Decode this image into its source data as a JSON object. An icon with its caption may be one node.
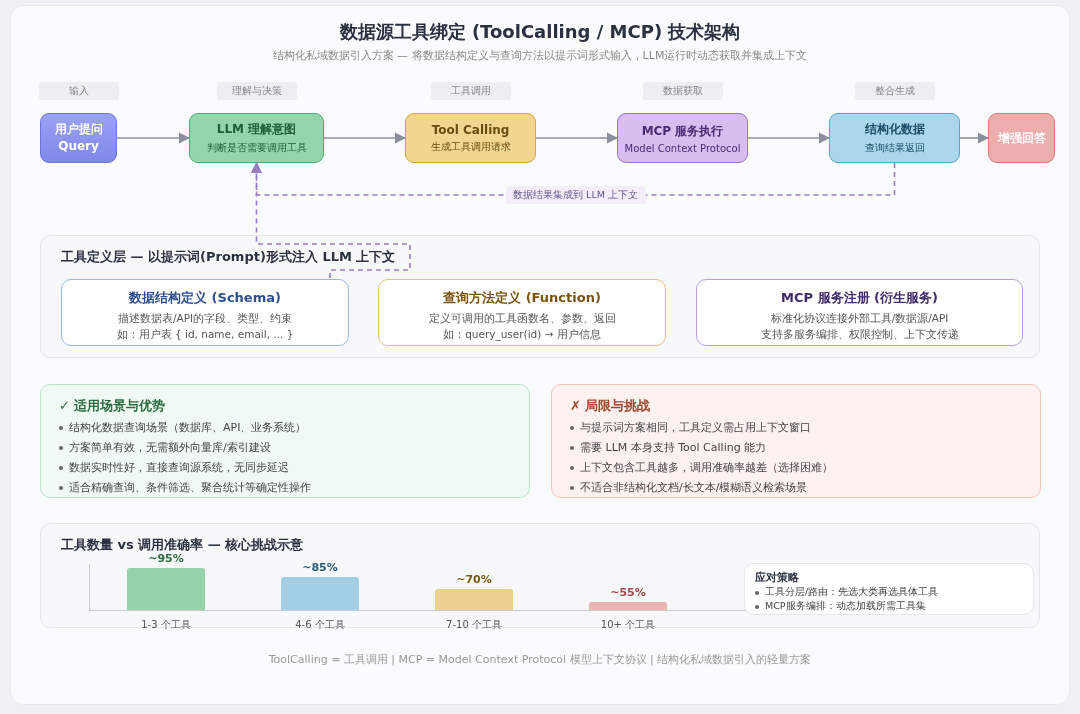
{
  "diagram": {
    "title": "数据源工具绑定 (ToolCalling / MCP) 技术架构",
    "labels": [
      "结构化私域数据引入方案 — 将数据结构定义与查询方法以提示词形式输入，LLM运行时动态获取并集成上下文"
    ],
    "caption": "ToolCalling = 工具调用 | MCP = Model Context Protocol 模型上下文协议 | 结构化私域数据引入的轻量方案",
    "nodes": [
      {
        "text": [
          "用户提问 Query"
        ],
        "beside": [
          "输入"
        ]
      },
      {
        "text": [
          "LLM 理解意图",
          "判断是否需要调用工具"
        ],
        "beside": [
          "理解与决策"
        ]
      },
      {
        "text": [
          "Tool Calling",
          "生成工具调用请求"
        ],
        "beside": [
          "工具调用"
        ]
      },
      {
        "text": [
          "MCP 服务执行",
          "Model Context Protocol"
        ],
        "beside": [
          "数据获取"
        ]
      },
      {
        "text": [
          "结构化数据",
          "查询结果返回"
        ],
        "beside": [
          "整合生成"
        ]
      },
      {
        "text": [
          "增强回答"
        ]
      },
      {
        "text": [
          "工具定义层 — 以提示词(Prompt)形式注入 LLM 上下文"
        ]
      },
      {
        "text": [
          "数据结构定义 (Schema)",
          "描述数据表/API的字段、类型、约束",
          "如：用户表 { id, name, email, ... }"
        ],
        "in": 6
      },
      {
        "text": [
          "查询方法定义 (Function)",
          "定义可调用的工具函数名、参数、返回",
          "如：query_user(id) → 用户信息"
        ],
        "in": 6
      },
      {
        "text": [
          "MCP 服务注册 (衍生服务)",
          "标准化协议连接外部工具/数据源/API",
          "支持多服务编排、权限控制、上下文传递"
        ],
        "in": 6
      },
      {
        "text": [
          "✓ 适用场景与优势",
          "结构化数据查询场景（数据库、API、业务系统）",
          "方案简单有效，无需额外向量库/索引建设",
          "数据实时性好，直接查询源系统，无同步延迟",
          "适合精确查询、条件筛选、聚合统计等确定性操作"
        ]
      },
      {
        "text": [
          "✗ 局限与挑战",
          "与提示词方案相同，工具定义需占用上下文窗口",
          "需要 LLM 本身支持 Tool Calling 能力",
          "上下文包含工具越多，调用准确率越差（选择困难）",
          "不适合非结构化文档/长文本/模糊语义检索场景"
        ]
      },
      {
        "text": [
          "工具数量 vs 调用准确率 — 核心挑战示意"
        ]
      },
      {
        "text": [
          "应对策略",
          "工具分层/路由：先选大类再选具体工具",
          "MCP服务编排：动态加载所需工具集"
        ],
        "in": 12
      }
    ],
    "edges": [
      {
        "from": 0,
        "to": 1,
        "arrow": "to"
      },
      {
        "from": 1,
        "to": 2,
        "arrow": "to"
      },
      {
        "from": 2,
        "to": 3,
        "arrow": "to"
      },
      {
        "from": 3,
        "to": 4,
        "arrow": "to"
      },
      {
        "from": 4,
        "to": 5,
        "arrow": "to"
      },
      {
        "from": 4,
        "to": 1,
        "arrow": "to",
        "label": "数据结果集成到 LLM 上下文",
        "style": "dashed",
        "color": "#9a7cc4"
      },
      {
        "from": 7,
        "to": 1,
        "arrow": "to",
        "style": "dashed",
        "color": "#9a7cc4"
      }
    ],
    "chart_data": {
      "type": "bar",
      "categories": [
        "1-3 个工具",
        "4-6 个工具",
        "7-10 个工具",
        "10+ 个工具"
      ],
      "values": [
        95,
        85,
        70,
        55
      ],
      "ylim": [
        45,
        100
      ],
      "value_labels": [
        "~95%",
        "~85%",
        "~70%",
        "~55%"
      ]
    }
  }
}
